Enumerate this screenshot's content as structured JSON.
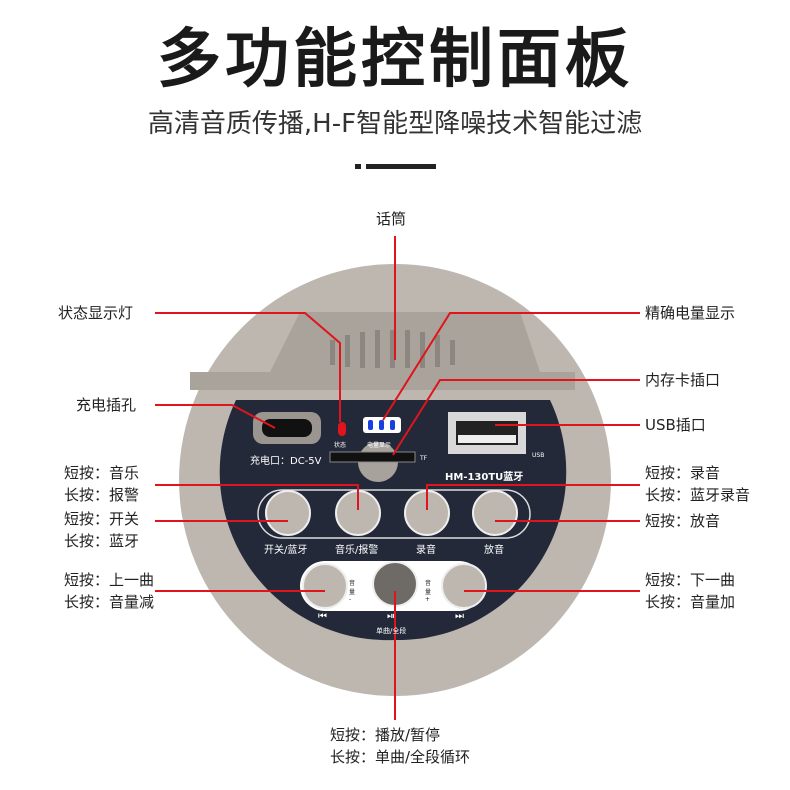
{
  "title": "多功能控制面板",
  "subtitle": "高清音质传播,H-F智能型降噪技术智能过滤",
  "colors": {
    "accent": "#d3121c",
    "panel": "#24293a",
    "body": "#bdb7b0",
    "line": "#e0141c"
  },
  "callouts": {
    "mic": "话筒",
    "status_light": "状态显示灯",
    "battery_display": "精确电量显示",
    "tf_slot": "内存卡插口",
    "charge_port": "充电插孔",
    "usb_port": "USB插口",
    "music_short": "短按：音乐",
    "music_long": "长按：报警",
    "record_short": "短按：录音",
    "record_long": "长按：蓝牙录音",
    "power_short": "短按：开关",
    "power_long": "长按：蓝牙",
    "play_short": "短按：放音",
    "prev_short": "短按：上一曲",
    "prev_long": "长按：音量减",
    "next_short": "短按：下一曲",
    "next_long": "长按：音量加",
    "pause_short": "短按：播放/暂停",
    "pause_long": "长按：单曲/全段循环"
  },
  "panel": {
    "status": "状态",
    "battery": "电量显示",
    "charge": "充电口：DC-5V",
    "tf": "TF",
    "usb": "USB",
    "model": "HM-130TU蓝牙",
    "btn_power": "开关/蓝牙",
    "btn_music": "音乐/报警",
    "btn_record": "录音",
    "btn_play": "放音",
    "vol_minus": "音量 -",
    "vol_plus": "音量 +",
    "prev_icon": "⏮",
    "play_icon": "⏯",
    "next_icon": "⏭",
    "mode": "单曲/全段"
  }
}
